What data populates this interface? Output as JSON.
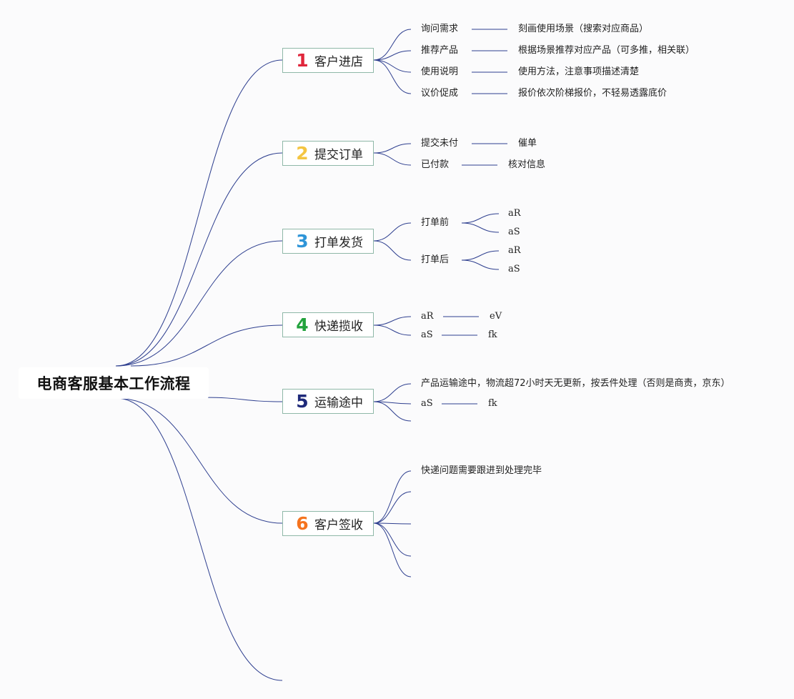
{
  "root": {
    "title": "电商客服基本工作流程"
  },
  "colors": {
    "line": "#2e3f8f",
    "border": "#8fb8a8",
    "n1": "#e0263b",
    "n2": "#f4c542",
    "n3": "#2f95d8",
    "n4": "#22a23c",
    "n5": "#1f2a7a",
    "n6": "#f5741f"
  },
  "branches": [
    {
      "num": "1",
      "label": "客户进店",
      "items": [
        {
          "label": "询问需求",
          "detail": "刻画使用场景（搜索对应商品）"
        },
        {
          "label": "推荐产品",
          "detail": "根据场景推荐对应产品（可多推，相关联）"
        },
        {
          "label": "使用说明",
          "detail": "使用方法，注意事项描述清楚"
        },
        {
          "label": "议价促成",
          "detail": "报价依次阶梯报价，不轻易透露底价"
        }
      ]
    },
    {
      "num": "2",
      "label": "提交订单",
      "items": [
        {
          "label": "提交未付",
          "detail": "催单"
        },
        {
          "label": "已付款",
          "detail": "核对信息"
        }
      ]
    },
    {
      "num": "3",
      "label": "打单发货",
      "items": [
        {
          "label": "打单前",
          "subs": [
            "aR",
            "aS"
          ]
        },
        {
          "label": "打单后",
          "subs": [
            "aR",
            "aS"
          ]
        }
      ]
    },
    {
      "num": "4",
      "label": "快递揽收",
      "items": [
        {
          "label": "aR",
          "detail": "eV"
        },
        {
          "label": "aS",
          "detail": "fk"
        }
      ]
    },
    {
      "num": "5",
      "label": "运输途中",
      "items": [
        {
          "label": "产品运输途中，物流超72小时天无更新，按丢件处理（否则是商责，京东）"
        },
        {
          "label": "aS",
          "detail": "fk"
        },
        {
          "label": ""
        }
      ]
    },
    {
      "num": "6",
      "label": "客户签收",
      "items": [
        {
          "label": "快递问题需要跟进到处理完毕"
        },
        {
          "label": ""
        },
        {
          "label": ""
        },
        {
          "label": ""
        },
        {
          "label": ""
        }
      ]
    }
  ]
}
